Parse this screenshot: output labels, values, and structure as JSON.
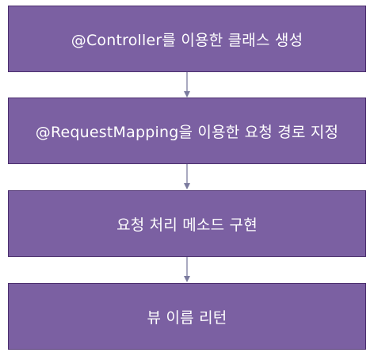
{
  "steps": [
    {
      "label": "@Controller를 이용한 클래스 생성"
    },
    {
      "label": "@RequestMapping을 이용한 요청 경로 지정"
    },
    {
      "label": "요청 처리 메소드 구현"
    },
    {
      "label": "뷰 이름 리턴"
    }
  ],
  "colors": {
    "box_fill": "#7b60a2",
    "box_border": "#4b2e6e",
    "text": "#ffffff",
    "arrow": "#7b7b9e"
  }
}
